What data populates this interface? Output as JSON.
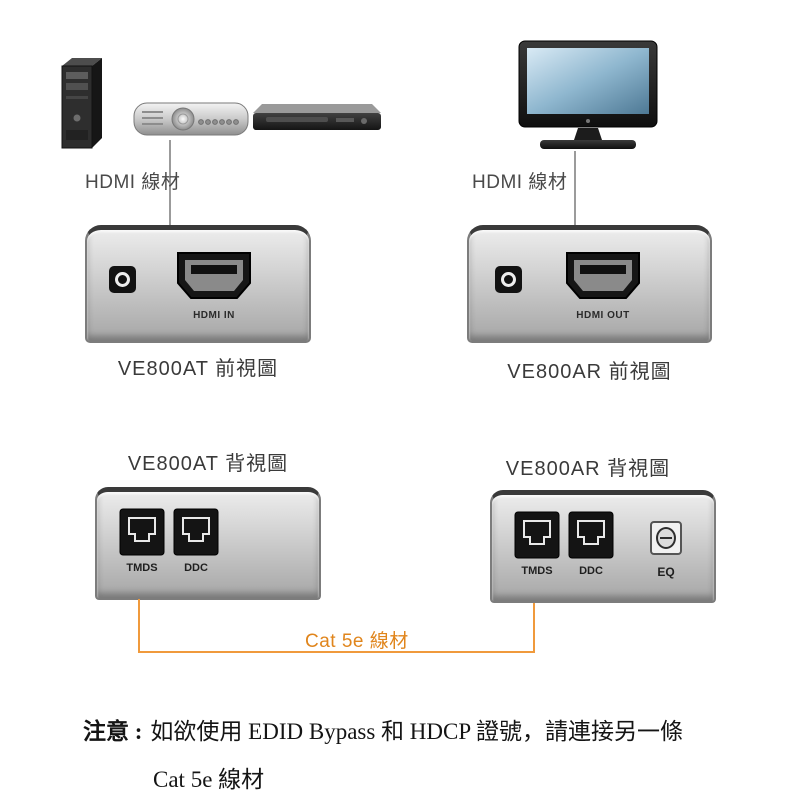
{
  "cables": {
    "hdmi_left_label": "HDMI 線材",
    "hdmi_right_label": "HDMI 線材",
    "cat5e_label": "Cat 5e 線材"
  },
  "transmitter": {
    "front_caption": "VE800AT 前視圖",
    "rear_caption": "VE800AT 背視圖",
    "port_label": "HDMI IN",
    "tmds_label": "TMDS",
    "ddc_label": "DDC"
  },
  "receiver_unit": {
    "front_caption": "VE800AR 前視圖",
    "rear_caption": "VE800AR 背視圖",
    "port_label": "HDMI OUT",
    "tmds_label": "TMDS",
    "ddc_label": "DDC",
    "eq_label": "EQ"
  },
  "note": {
    "prefix": "注意 :",
    "line1": "如欲使用 EDID Bypass 和 HDCP 證號，請連接另一條",
    "line2": "Cat 5e 線材"
  },
  "colors": {
    "cable_orange": "#f09a3c",
    "line_gray": "#9b9b9b",
    "unit_body": "#c9c9c9"
  }
}
